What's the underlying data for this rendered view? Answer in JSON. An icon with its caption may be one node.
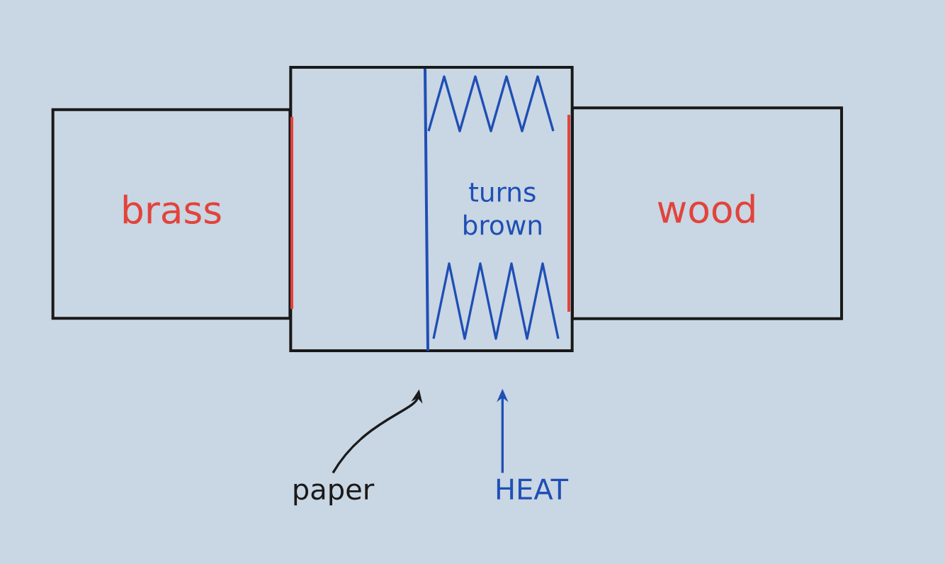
{
  "diagram": {
    "nodes": [
      {
        "text": [
          "brass"
        ]
      },
      {
        "text": [],
        "shape": "box"
      },
      {
        "text": [
          "turns brown"
        ],
        "in": 1
      },
      {
        "text": [
          "wood"
        ]
      },
      {
        "text": [
          "paper"
        ]
      },
      {
        "text": [
          "HEAT"
        ]
      }
    ],
    "edges": [
      {
        "from": 4,
        "to": 1,
        "arrow": "to"
      },
      {
        "from": 5,
        "to": 2,
        "arrow": "to",
        "color": "#1f4fb5"
      }
    ]
  }
}
